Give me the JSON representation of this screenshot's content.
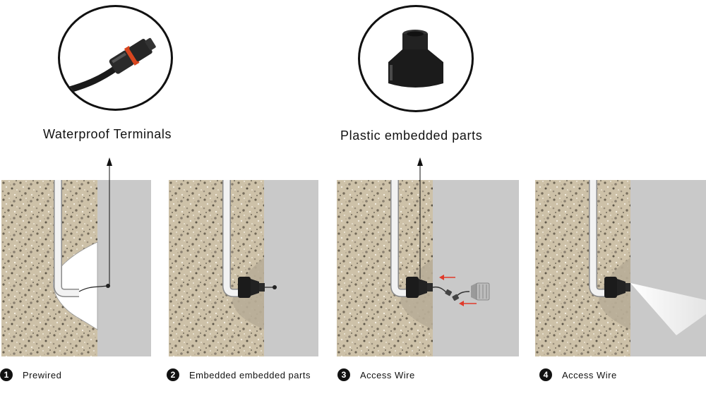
{
  "callouts": [
    {
      "label": "Waterproof Terminals",
      "icon": "waterproof-terminal-icon"
    },
    {
      "label": "Plastic embedded parts",
      "icon": "embedded-part-icon"
    }
  ],
  "steps": [
    {
      "number": "1",
      "label": "Prewired"
    },
    {
      "number": "2",
      "label": "Embedded embedded parts"
    },
    {
      "number": "3",
      "label": "Access Wire"
    },
    {
      "number": "4",
      "label": "Access Wire"
    }
  ],
  "colors": {
    "concrete": "#cbbfa6",
    "wall": "#c9c9c9",
    "arrow_red": "#e03a2a",
    "outline": "#111111"
  }
}
